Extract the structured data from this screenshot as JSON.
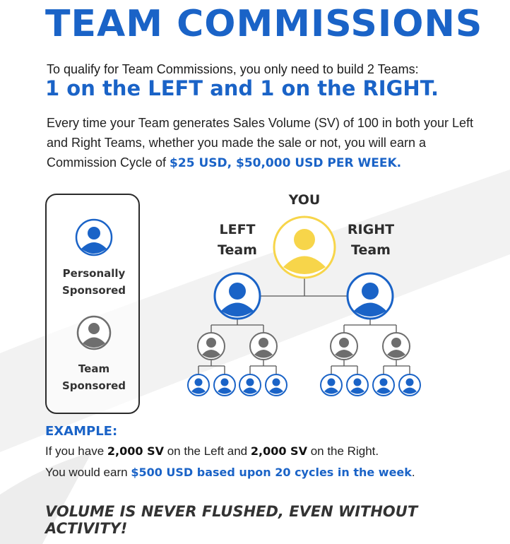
{
  "title": "TEAM COMMISSIONS",
  "qualify_text": "To qualify for Team Commissions, you only need to build 2 Teams:",
  "left_right_text": "1 on the LEFT and 1 on the RIGHT.",
  "paragraph": {
    "line1": "Every time your Team generates Sales Volume (SV) of 100 in both your Left",
    "line2": "and Right Teams, whether you made the sale or not, you will earn a",
    "line3_prefix": "Commission Cycle of ",
    "line3_highlight": "$25 USD, $50,000 USD PER WEEK."
  },
  "legend": {
    "personal_line1": "Personally",
    "personal_line2": "Sponsored",
    "team_line1": "Team",
    "team_line2": "Sponsored"
  },
  "tree": {
    "you_label": "YOU",
    "left_line1": "LEFT",
    "left_line2": "Team",
    "right_line1": "RIGHT",
    "right_line2": "Team"
  },
  "example": {
    "heading": "EXAMPLE:",
    "line1_a": "If you have ",
    "line1_b": "2,000 SV",
    "line1_c": " on the Left and ",
    "line1_d": "2,000 SV",
    "line1_e": " on the Right.",
    "line2_a": "You would earn ",
    "line2_b": "$500 USD based upon 20 cycles in the week",
    "line2_c": "."
  },
  "volume_text": "VOLUME IS NEVER FLUSHED, EVEN WITHOUT ACTIVITY!",
  "colors": {
    "blue": "#1a63c7",
    "yellow": "#f7d54a",
    "grey": "#6e6e6e"
  }
}
